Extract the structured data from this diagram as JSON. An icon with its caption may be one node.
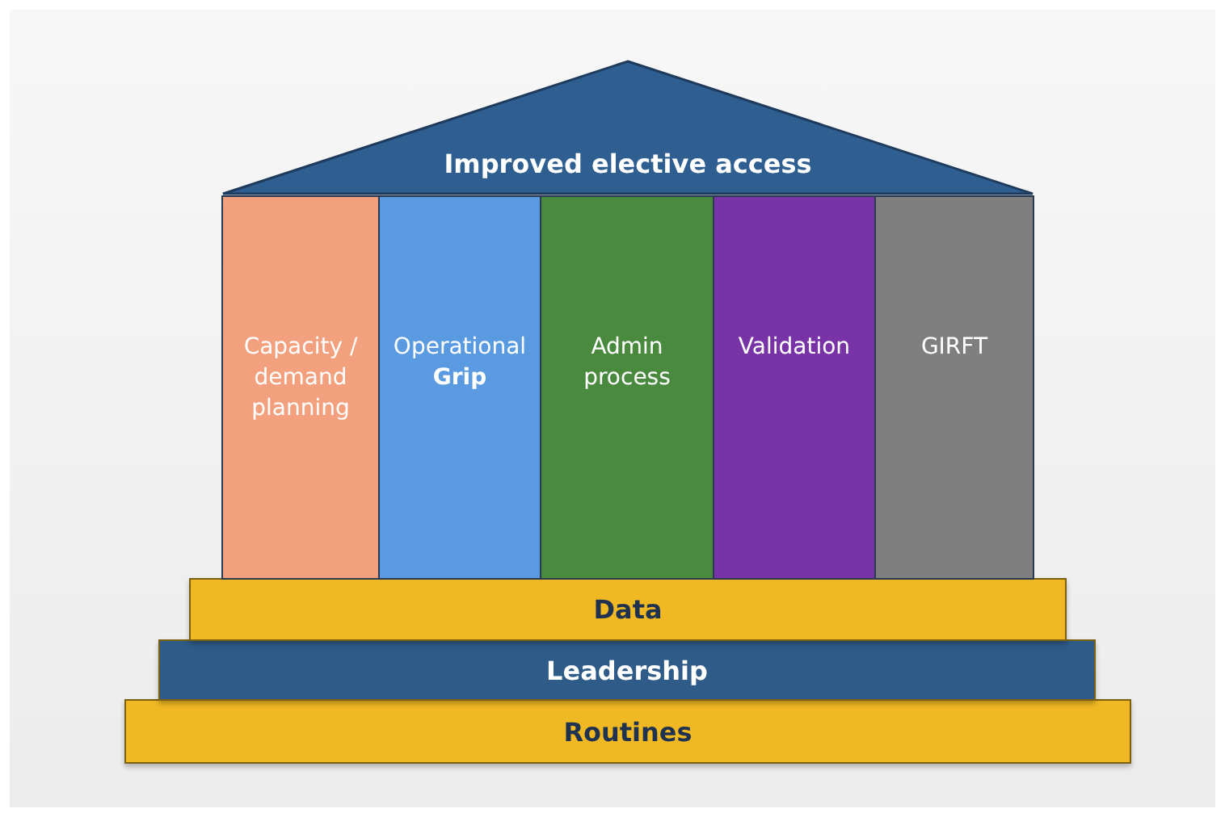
{
  "diagram": {
    "nodes": [
      {
        "text": [
          "Improved elective access"
        ]
      },
      {
        "text": [
          "Capacity / demand planning"
        ]
      },
      {
        "text": [
          "Operational **Grip**"
        ]
      },
      {
        "text": [
          "Admin process"
        ]
      },
      {
        "text": [
          "Validation"
        ]
      },
      {
        "text": [
          "GIRFT"
        ]
      },
      {
        "text": [
          "Data"
        ]
      },
      {
        "text": [
          "Leadership"
        ]
      },
      {
        "text": [
          "Routines"
        ]
      }
    ]
  }
}
